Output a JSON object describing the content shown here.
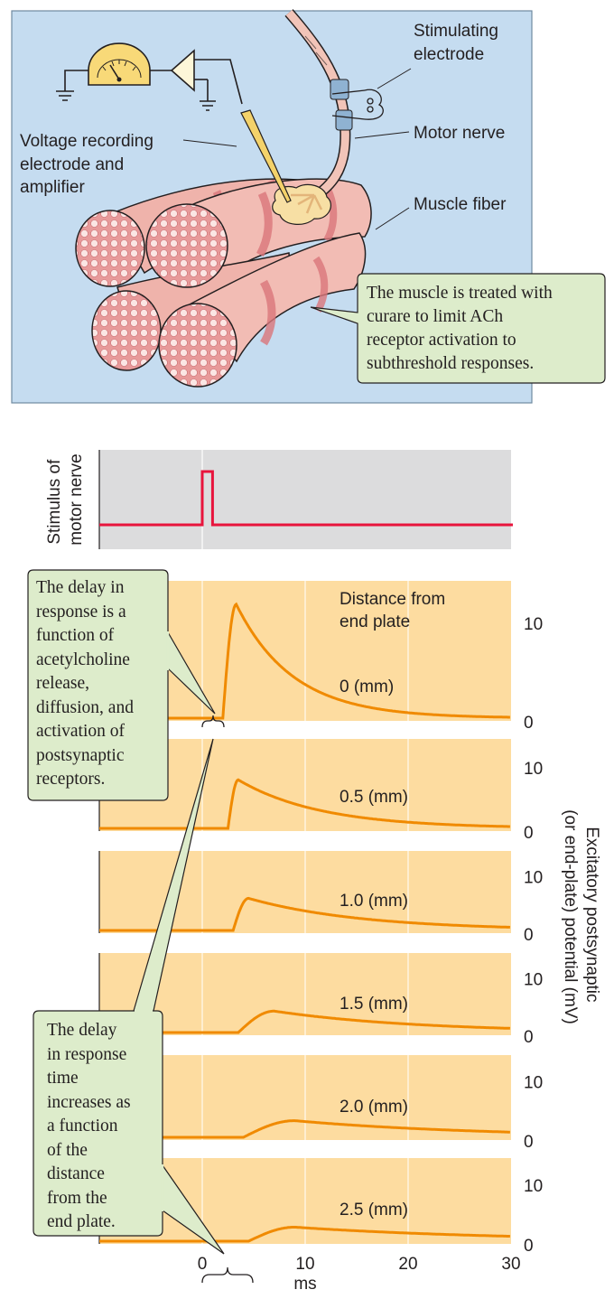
{
  "illustration": {
    "labels": {
      "stimulating_electrode": [
        "Stimulating",
        "electrode"
      ],
      "motor_nerve": "Motor nerve",
      "voltage_electrode": [
        "Voltage recording",
        "electrode and",
        "amplifier"
      ],
      "muscle_fiber": "Muscle fiber"
    },
    "callout": [
      "The muscle is treated with",
      "curare to limit ACh",
      "receptor activation to",
      "subthreshold responses."
    ]
  },
  "stimulus": {
    "ylabel": [
      "Stimulus of",
      "motor nerve"
    ]
  },
  "traces": {
    "distance_title": [
      "Distance from",
      "end plate"
    ],
    "ylabel": [
      "Excitatory postsynaptic",
      "(or end-plate) potential (mV)"
    ],
    "xlabel": "ms",
    "x_ticks": [
      "0",
      "10",
      "20",
      "30"
    ],
    "y_tick_top": "10",
    "y_tick_bottom": "0"
  },
  "callouts": {
    "delay_function": [
      "The delay in",
      "response is a",
      "function of",
      "acetylcholine",
      "release,",
      "diffusion, and",
      "activation of",
      "postsynaptic",
      "receptors."
    ],
    "delay_distance": [
      "The delay",
      "in response",
      "time",
      "increases as",
      "a function",
      "of the",
      "distance",
      "from the",
      "end plate."
    ]
  },
  "colors": {
    "panel_bg": "#c5dcf0",
    "trace_bg": "#fddca0",
    "trace": "#f08a00",
    "stimulus_trace": "#e8143c",
    "stimulus_bg": "#dcdcdd",
    "callout_bg": "#ddeccb",
    "muscle": "#efb3ab",
    "muscle_band": "#d9767a"
  },
  "chart_data": {
    "type": "line",
    "xlabel": "ms",
    "ylabel": "Excitatory postsynaptic (or end-plate) potential (mV)",
    "xlim": [
      -10,
      30
    ],
    "x_ticks": [
      0,
      10,
      20,
      30
    ],
    "ylim": [
      0,
      14
    ],
    "stimulus": {
      "pulse_start_ms": 0,
      "pulse_end_ms": 1
    },
    "series": [
      {
        "name": "0 (mm)",
        "onset_ms": 2.0,
        "peak_ms": 3.3,
        "peak_mV": 12,
        "decay_ms": 5.5
      },
      {
        "name": "0.5 (mm)",
        "onset_ms": 2.5,
        "peak_ms": 3.5,
        "peak_mV": 8,
        "decay_ms": 8
      },
      {
        "name": "1.0 (mm)",
        "onset_ms": 3.0,
        "peak_ms": 4.5,
        "peak_mV": 6,
        "decay_ms": 11
      },
      {
        "name": "1.5 (mm)",
        "onset_ms": 3.5,
        "peak_ms": 7,
        "peak_mV": 4,
        "decay_ms": 14
      },
      {
        "name": "2.0 (mm)",
        "onset_ms": 4.0,
        "peak_ms": 9,
        "peak_mV": 3,
        "decay_ms": 18
      },
      {
        "name": "2.5 (mm)",
        "onset_ms": 4.5,
        "peak_ms": 9,
        "peak_mV": 2.5,
        "decay_ms": 20
      }
    ]
  }
}
